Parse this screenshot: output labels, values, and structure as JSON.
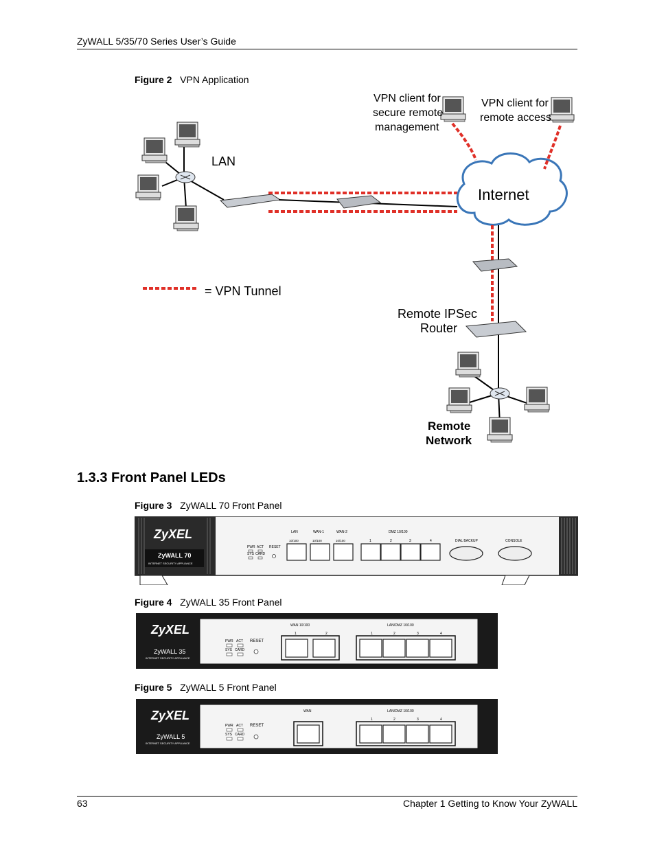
{
  "header": {
    "title": "ZyWALL 5/35/70 Series User’s Guide"
  },
  "figure2": {
    "label": "Figure 2",
    "caption": "VPN Application",
    "labels": {
      "lan": "LAN",
      "client_mgmt_1": "VPN client for",
      "client_mgmt_2": "secure remote",
      "client_mgmt_3": "management",
      "client_remote_1": "VPN client for",
      "client_remote_2": "remote access",
      "internet": "Internet",
      "legend": "= VPN Tunnel",
      "router_1": "Remote IPSec",
      "router_2": "Router",
      "remote_1": "Remote",
      "remote_2": "Network"
    }
  },
  "section": {
    "title": "1.3.3  Front Panel LEDs"
  },
  "figure3": {
    "label": "Figure 3",
    "caption": "ZyWALL 70 Front Panel",
    "brand": "ZyXEL",
    "model": "ZyWALL 70",
    "subtitle": "INTERNET SECURITY APPLIANCE",
    "leds": [
      "PWR",
      "ACT",
      "SYS",
      "CARD"
    ],
    "reset": "RESET",
    "ports": {
      "lan": "LAN",
      "wan1": "WAN-1",
      "wan2": "WAN-2",
      "dmz": "DMZ 10/100",
      "speed": "10/100",
      "nums": [
        "1",
        "2",
        "3",
        "4"
      ]
    },
    "dial_backup": "DIAL BACKUP",
    "console": "CONSOLE"
  },
  "figure4": {
    "label": "Figure 4",
    "caption": "ZyWALL 35 Front Panel",
    "brand": "ZyXEL",
    "model": "ZyWALL 35",
    "subtitle": "INTERNET SECURITY APPLIANCE",
    "leds": [
      "PWR",
      "ACT",
      "SYS",
      "CARD"
    ],
    "reset": "RESET",
    "wan": "WAN 10/100",
    "wan_nums": [
      "1",
      "2"
    ],
    "lan": "LAN/DMZ 10/100",
    "lan_nums": [
      "1",
      "2",
      "3",
      "4"
    ]
  },
  "figure5": {
    "label": "Figure 5",
    "caption": "ZyWALL 5 Front Panel",
    "brand": "ZyXEL",
    "model": "ZyWALL 5",
    "subtitle": "INTERNET SECURITY APPLIANCE",
    "leds": [
      "PWR",
      "ACT",
      "SYS",
      "CARD"
    ],
    "reset": "RESET",
    "wan": "WAN",
    "lan": "LAN/DMZ 10/100",
    "lan_nums": [
      "1",
      "2",
      "3",
      "4"
    ]
  },
  "footer": {
    "page": "63",
    "chapter": "Chapter 1 Getting to Know Your ZyWALL"
  },
  "colors": {
    "tunnel": "#e03028",
    "panel_dark": "#1a1a1a",
    "panel_light": "#f4f4f4"
  }
}
